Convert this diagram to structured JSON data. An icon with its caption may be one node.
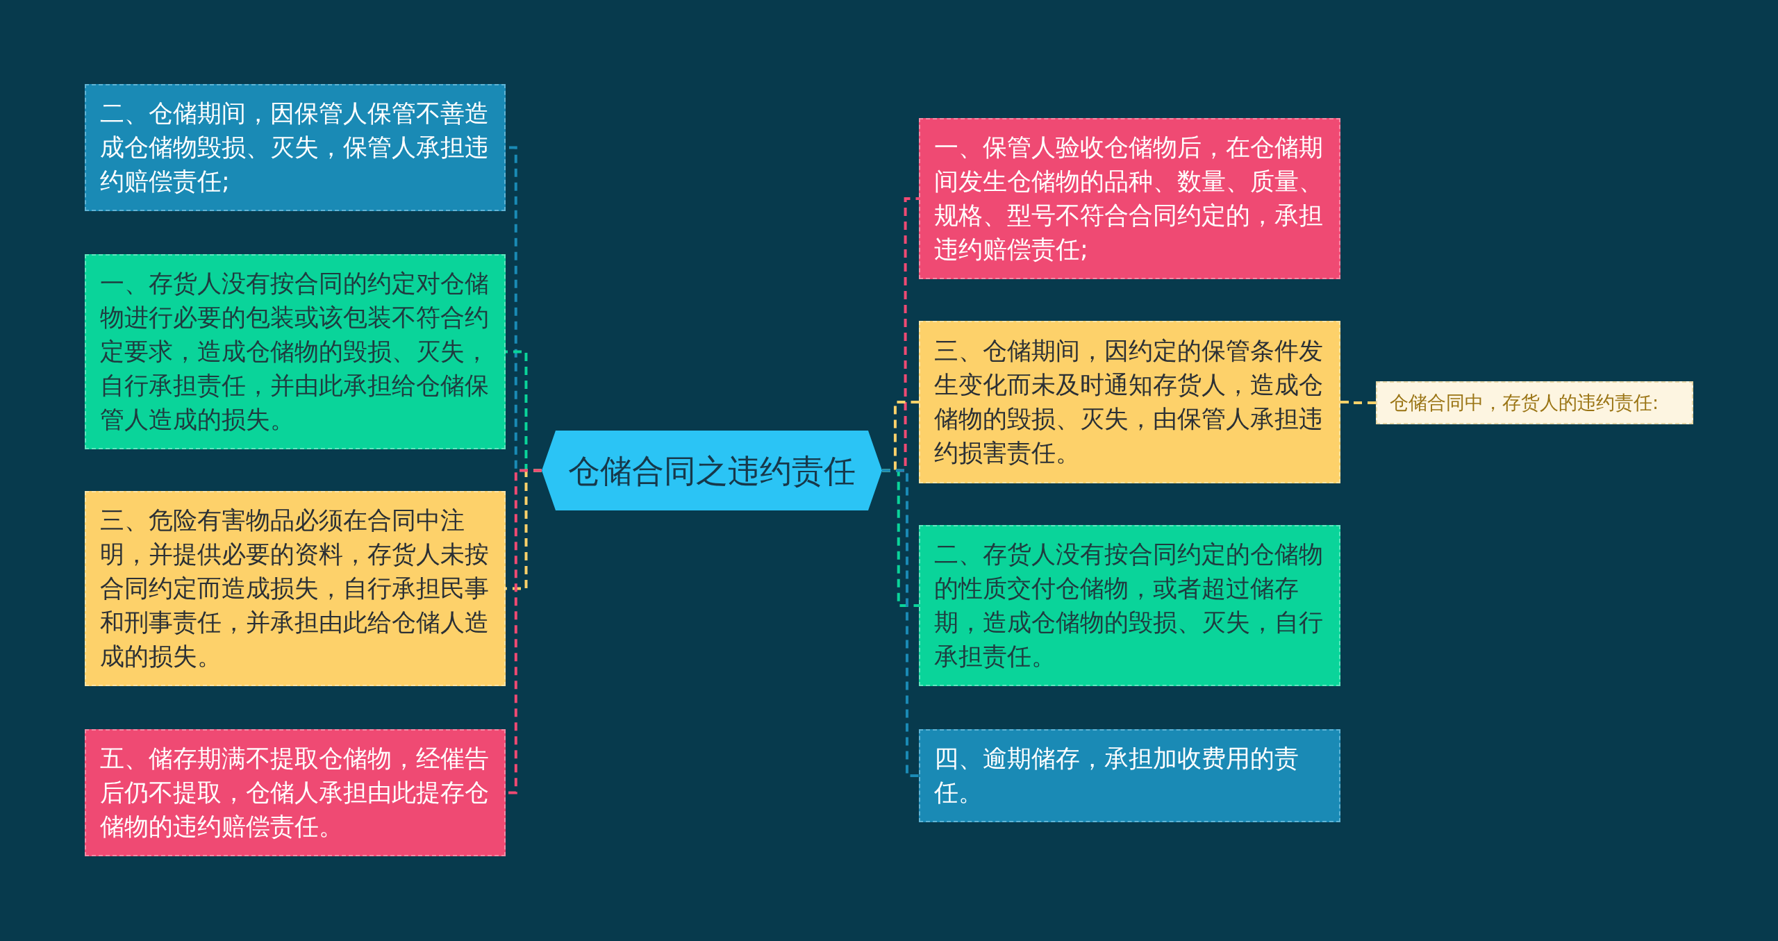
{
  "diagram": {
    "nodes": [
      {
        "text": [
          "仓储合同之违约责任"
        ]
      },
      {
        "text": [
          "二、仓储期间，因保管人保管不善造成仓储物毁损、灭失，保管人承担违约赔偿责任;"
        ]
      },
      {
        "text": [
          "一、存货人没有按合同的约定对仓储物进行必要的包装或该包装不符合约定要求，造成仓储物的毁损、灭失，自行承担责任，并由此承担给仓储保管人造成的损失。"
        ]
      },
      {
        "text": [
          "三、危险有害物品必须在合同中注明，并提供必要的资料，存货人未按合同约定而造成损失，自行承担民事和刑事责任，并承担由此给仓储人造成的损失。"
        ]
      },
      {
        "text": [
          "五、储存期满不提取仓储物，经催告后仍不提取，仓储人承担由此提存仓储物的违约赔偿责任。"
        ]
      },
      {
        "text": [
          "一、保管人验收仓储物后，在仓储期间发生仓储物的品种、数量、质量、规格、型号不符合合同约定的，承担违约赔偿责任;"
        ]
      },
      {
        "text": [
          "三、仓储期间，因约定的保管条件发生变化而未及时通知存货人，造成仓储物的毁损、灭失，由保管人承担违约损害责任。"
        ]
      },
      {
        "text": [
          "二、存货人没有按合同约定的仓储物的性质交付仓储物，或者超过储存期，造成仓储物的毁损、灭失，自行承担责任。"
        ]
      },
      {
        "text": [
          "四、逾期储存，承担加收费用的责任。"
        ]
      },
      {
        "text": [
          "仓储合同中，存货人的违约责任:"
        ]
      }
    ],
    "edges": [
      {
        "from": 0,
        "to": 1,
        "arrow": "none",
        "style": "dashed",
        "color": "#1a8ab5"
      },
      {
        "from": 0,
        "to": 2,
        "arrow": "none",
        "style": "dashed",
        "color": "#0ad49a"
      },
      {
        "from": 0,
        "to": 3,
        "arrow": "none",
        "style": "dashed",
        "color": "#fdd16a"
      },
      {
        "from": 0,
        "to": 4,
        "arrow": "none",
        "style": "dashed",
        "color": "#ef4a73"
      },
      {
        "from": 0,
        "to": 5,
        "arrow": "none",
        "style": "dashed",
        "color": "#ef4a73"
      },
      {
        "from": 0,
        "to": 6,
        "arrow": "none",
        "style": "dashed",
        "color": "#fdd16a"
      },
      {
        "from": 0,
        "to": 7,
        "arrow": "none",
        "style": "dashed",
        "color": "#0ad49a"
      },
      {
        "from": 0,
        "to": 8,
        "arrow": "none",
        "style": "dashed",
        "color": "#1a8ab5"
      },
      {
        "from": 6,
        "to": 9,
        "arrow": "none",
        "style": "dashed",
        "color": "#fdd16a"
      }
    ]
  }
}
